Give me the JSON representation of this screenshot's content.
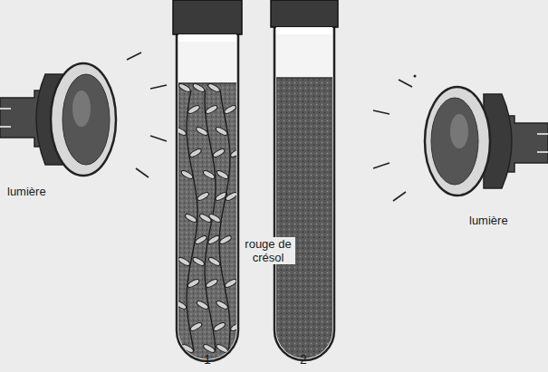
{
  "diagram": {
    "labels": [
      "lumière",
      "rouge de crésol",
      "lumière",
      "1",
      "2"
    ]
  }
}
